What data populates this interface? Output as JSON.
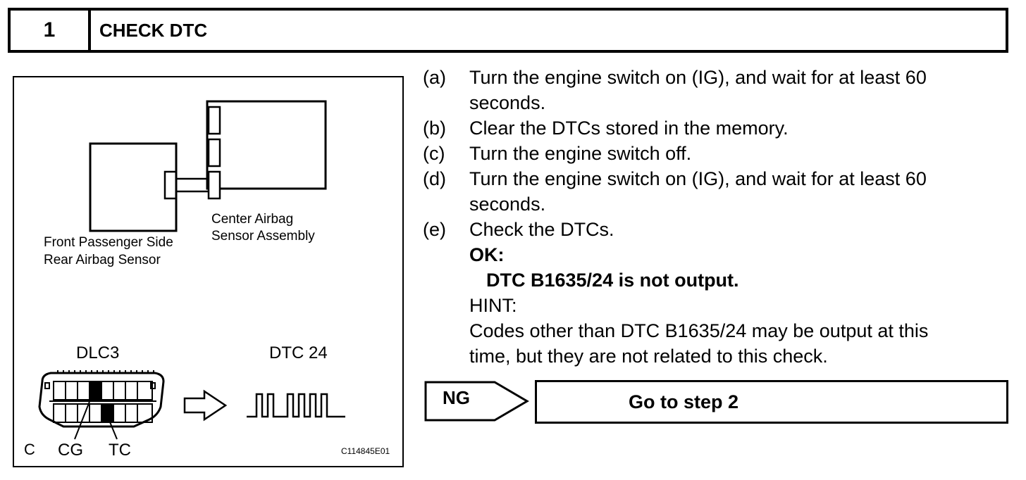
{
  "header": {
    "step_number": "1",
    "title": "CHECK DTC"
  },
  "figure": {
    "label_center_line1": "Center Airbag",
    "label_center_line2": "Sensor Assembly",
    "label_front_line1": "Front Passenger Side",
    "label_front_line2": "Rear Airbag Sensor",
    "label_dlc3": "DLC3",
    "label_dtc24": "DTC 24",
    "label_c": "C",
    "label_cg": "CG",
    "label_tc": "TC",
    "figure_code": "C114845E01"
  },
  "steps": [
    {
      "label": "(a)",
      "line1": "Turn the engine switch on (IG), and wait for at least 60",
      "line2": "seconds."
    },
    {
      "label": "(b)",
      "line1": "Clear the DTCs stored in the memory."
    },
    {
      "label": "(c)",
      "line1": "Turn the engine switch off."
    },
    {
      "label": "(d)",
      "line1": "Turn the engine switch on (IG), and wait for at least 60",
      "line2": "seconds."
    },
    {
      "label": "(e)",
      "line1": "Check the DTCs."
    }
  ],
  "result": {
    "ok_label": "OK:",
    "ok_text": "DTC B1635/24 is not output.",
    "hint_label": "HINT:",
    "hint_line1": "Codes other than DTC B1635/24 may be output at this",
    "hint_line2": "time, but they are not related to this check."
  },
  "ng": {
    "label": "NG",
    "goto": "Go to step 2"
  }
}
